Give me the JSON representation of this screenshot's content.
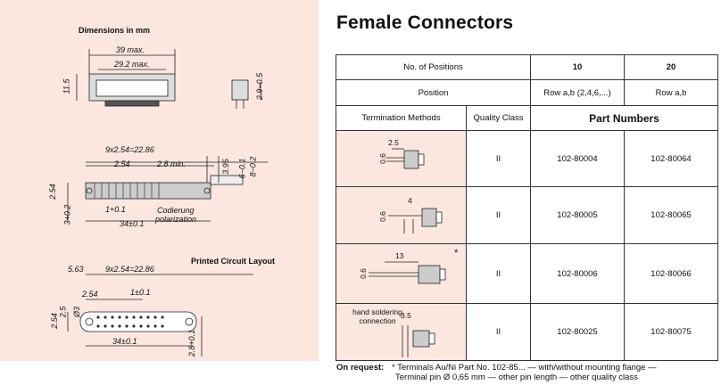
{
  "left": {
    "dimensions_heading": "Dimensions in mm",
    "layout_heading": "Printed Circuit Layout",
    "top_view": {
      "d39": "39 max.",
      "d29": "29.2 max.",
      "d11": "11.5",
      "d29b": "2.9−0.5"
    },
    "mid_view": {
      "pitch": "9x2.54=22.86",
      "d254": "2.54",
      "d28": "2.8 min.",
      "d395": "3.95",
      "d6": "6−0.1",
      "d8": "8−0.2",
      "d254v": "2.54",
      "d3": "3+0.2",
      "d1": "1+0.1",
      "codierung": "Codierung",
      "polarization": "polarization",
      "d34": "34±0.1"
    },
    "pcb_view": {
      "d563": "5.63",
      "pitch": "9x2.54=22.86",
      "d254": "2.54",
      "d1": "1±0.1",
      "d254v": "2.54",
      "d25": "2.5",
      "d3": "Ø3",
      "d34": "34±0.1",
      "d28": "2.8+0.1"
    }
  },
  "right": {
    "title": "Female Connectors",
    "rows": {
      "positions_label": "No. of Positions",
      "positions_10": "10",
      "positions_20": "20",
      "position_label": "Position",
      "position_10": "Row a,b (2,4,6,...)",
      "position_20": "Row a,b",
      "termination_label": "Termination Methods",
      "quality_label": "Quality Class",
      "part_numbers_label": "Part Numbers"
    },
    "parts": [
      {
        "dim": "2.5",
        "pin": "0.6",
        "note": "",
        "quality": "II",
        "p10": "102-80004",
        "p20": "102-80064"
      },
      {
        "dim": "4",
        "pin": "0.6",
        "note": "",
        "quality": "II",
        "p10": "102-80005",
        "p20": "102-80065"
      },
      {
        "dim": "13",
        "pin": "0.6",
        "note": "*",
        "quality": "II",
        "p10": "102-80006",
        "p20": "102-80066"
      },
      {
        "dim": "3.5",
        "pin": "",
        "note": "hand soldering connection",
        "quality": "II",
        "p10": "102-80025",
        "p20": "102-80075"
      }
    ],
    "footer": {
      "on_request": "On request:",
      "line1": "* Terminals Au/Ni Part No. 102-85...  —  with/without mounting flange  —",
      "line2": "Terminal pin Ø 0,65 mm  —  other pin length  —  other quality class"
    }
  }
}
